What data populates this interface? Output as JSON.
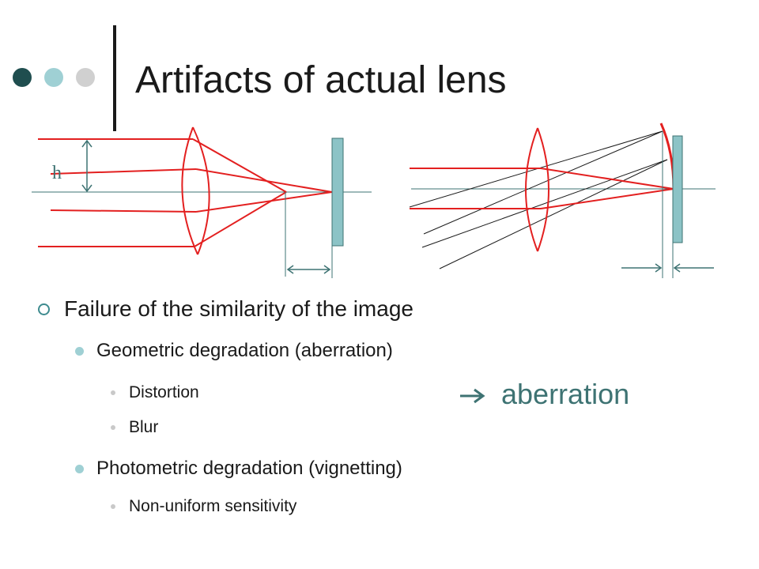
{
  "slide": {
    "title": "Artifacts of actual lens"
  },
  "diagram": {
    "h_label": "h"
  },
  "bullets": {
    "level1": "Failure of the similarity of the image",
    "geometric": "Geometric degradation (aberration)",
    "distortion": "Distortion",
    "blur": "Blur",
    "photometric": "Photometric degradation (vignetting)",
    "nonuniform": "Non-uniform sensitivity"
  },
  "callout": {
    "text": "aberration",
    "arrow_icon": "right-arrow-icon"
  },
  "colors": {
    "accent": "#3e7373",
    "rays": "#e32020",
    "sensor": "#8cc3c6",
    "dot_dark": "#1f4e4f",
    "dot_light": "#9fd0d4",
    "dot_gray": "#d0d0d0"
  }
}
